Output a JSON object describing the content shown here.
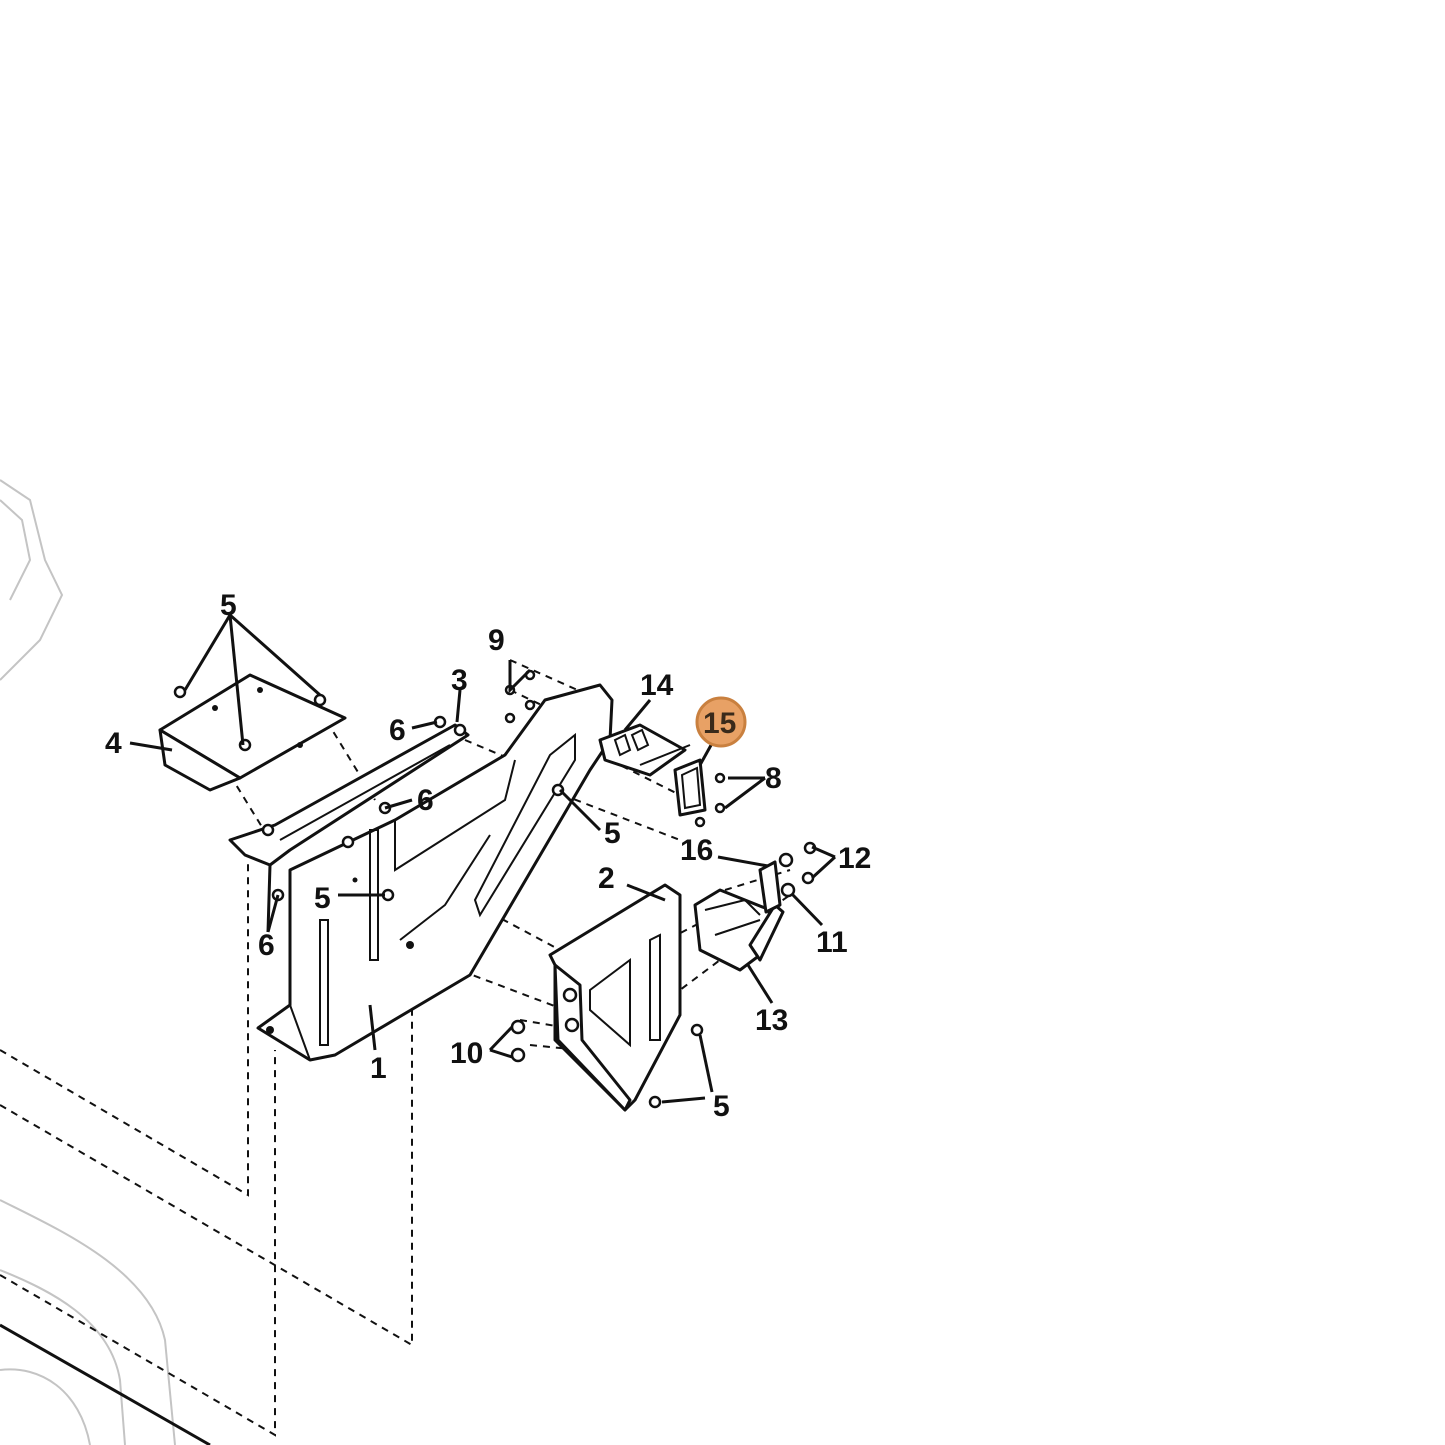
{
  "diagram": {
    "highlight_color": "#e8a165",
    "highlight_stroke": "#c9803f",
    "highlighted_callout": "15",
    "callouts": [
      {
        "id": "c1",
        "label": "1"
      },
      {
        "id": "c2",
        "label": "2"
      },
      {
        "id": "c3",
        "label": "3"
      },
      {
        "id": "c4",
        "label": "4"
      },
      {
        "id": "c5a",
        "label": "5"
      },
      {
        "id": "c5b",
        "label": "5"
      },
      {
        "id": "c5c",
        "label": "5"
      },
      {
        "id": "c5d",
        "label": "5"
      },
      {
        "id": "c6a",
        "label": "6"
      },
      {
        "id": "c6b",
        "label": "6"
      },
      {
        "id": "c6c",
        "label": "6"
      },
      {
        "id": "c8",
        "label": "8"
      },
      {
        "id": "c9",
        "label": "9"
      },
      {
        "id": "c10",
        "label": "10"
      },
      {
        "id": "c11",
        "label": "11"
      },
      {
        "id": "c12",
        "label": "12"
      },
      {
        "id": "c13",
        "label": "13"
      },
      {
        "id": "c14",
        "label": "14"
      },
      {
        "id": "c15",
        "label": "15"
      },
      {
        "id": "c16",
        "label": "16"
      }
    ]
  }
}
